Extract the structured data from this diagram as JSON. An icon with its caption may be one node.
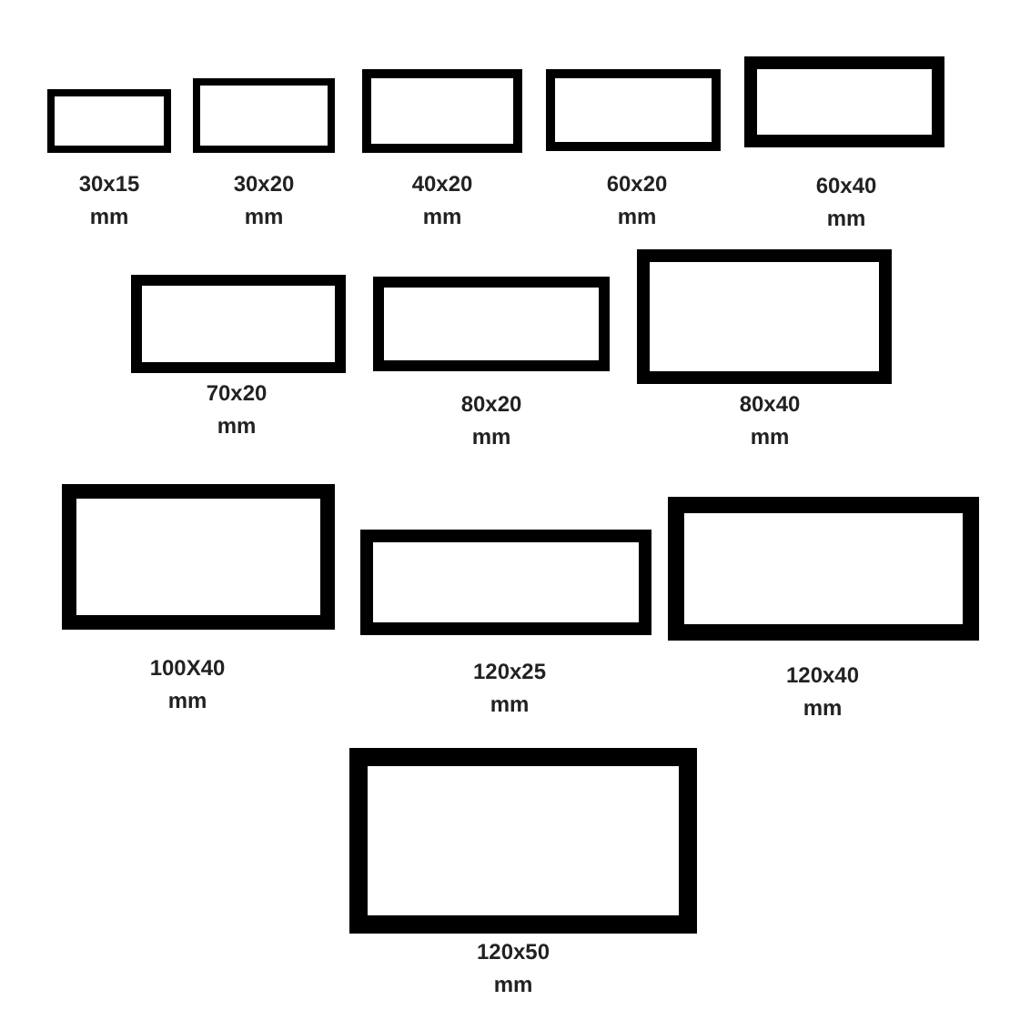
{
  "diagram": {
    "nodes": [
      {
        "text": [
          "30x15 mm"
        ]
      },
      {
        "text": [
          "30x20 mm"
        ]
      },
      {
        "text": [
          "40x20 mm"
        ]
      },
      {
        "text": [
          "60x20 mm"
        ]
      },
      {
        "text": [
          "60x40 mm"
        ]
      },
      {
        "text": [
          "70x20 mm"
        ]
      },
      {
        "text": [
          "80x20 mm"
        ]
      },
      {
        "text": [
          "80x40 mm"
        ]
      },
      {
        "text": [
          "100X40 mm"
        ]
      },
      {
        "text": [
          "120x25 mm"
        ]
      },
      {
        "text": [
          "120x40 mm"
        ]
      },
      {
        "text": [
          "120x50 mm"
        ]
      }
    ]
  }
}
